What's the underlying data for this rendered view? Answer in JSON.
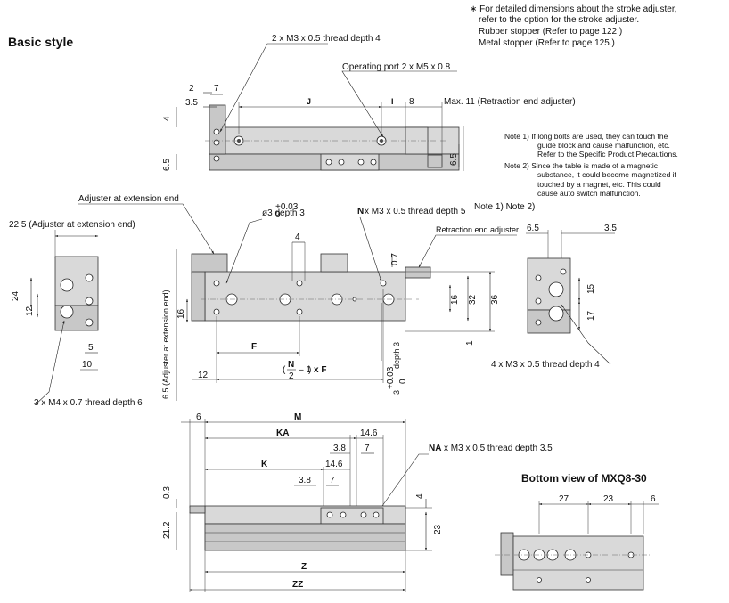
{
  "header": {
    "title": "Basic style",
    "notes_top": [
      "∗ For detailed dimensions about the stroke adjuster,",
      "refer to the option for the stroke adjuster.",
      "Rubber stopper (Refer to page 122.)",
      "Metal stopper (Refer to page 125.)"
    ]
  },
  "notes_right": [
    "Note 1) If long bolts are used, they can touch the",
    "guide block and cause malfunction, etc.",
    "Refer to the Specific Product Precautions.",
    "Note 2) Since the table is made of a magnetic",
    "substance, it could become magnetized if",
    "touched by a magnet, etc. This could",
    "cause auto switch malfunction."
  ],
  "top_view": {
    "thread_label": "2 x M3 x 0.5 thread depth 4",
    "port_label": "Operating port 2 x M5 x 0.8",
    "max_label": "Max. 11 (Retraction end adjuster)",
    "dims": {
      "d2": "2",
      "d7": "7",
      "d35": "3.5",
      "J": "J",
      "I": "I",
      "d8": "8",
      "d4": "4",
      "d65": "6.5",
      "d65r": "6.5"
    }
  },
  "front_view": {
    "adj_ext_label": "Adjuster at extension end",
    "pin_label": "ø3 depth 3",
    "pin_tol_upper": "+0.03",
    "pin_tol_lower": "0",
    "N_label": "N",
    "N_rest": " x M3 x 0.5 thread depth 5",
    "N_note": "Note 1) Note 2)",
    "retr_label": "Retraction end adjuster",
    "vert_adj_label": "6.5 (Adjuster at extension end)",
    "dims": {
      "d4": "4",
      "d07": "0.7",
      "d32": "32",
      "d36": "36",
      "d16": "16",
      "d16b": "16",
      "d1": "1",
      "F": "F",
      "d12": "12",
      "depth3": "depth 3",
      "d3": "3",
      "tol3_upper": "+0.03",
      "tol3_lower": "0"
    },
    "formula": {
      "N": "N",
      "den": "2",
      "rest": "– 1",
      "xF": "x F"
    }
  },
  "left_view": {
    "title": "22.5 (Adjuster at extension end)",
    "thread_label": "3 x M4 x 0.7 thread depth 6",
    "dims": {
      "d24": "24",
      "d12": "12",
      "d5": "5",
      "d10": "10"
    }
  },
  "right_view": {
    "thread_label": "4 x M3 x 0.5 thread depth 4",
    "dims": {
      "d65": "6.5",
      "d35": "3.5",
      "d15": "15",
      "d17": "17"
    }
  },
  "bottom_view": {
    "NA_label": "NA",
    "NA_rest": " x M3 x 0.5 thread depth 3.5",
    "dims": {
      "d6": "6",
      "M": "M",
      "KA": "KA",
      "d38a": "3.8",
      "d146a": "14.6",
      "d7a": "7",
      "K": "K",
      "d146b": "14.6",
      "d38b": "3.8",
      "d7b": "7",
      "d03": "0.3",
      "d212": "21.2",
      "d4": "4",
      "d23": "23",
      "Z": "Z",
      "ZZ": "ZZ"
    }
  },
  "mxq_view": {
    "title": "Bottom view of MXQ8-30",
    "dims": {
      "d27": "27",
      "d23": "23",
      "d6": "6"
    }
  }
}
